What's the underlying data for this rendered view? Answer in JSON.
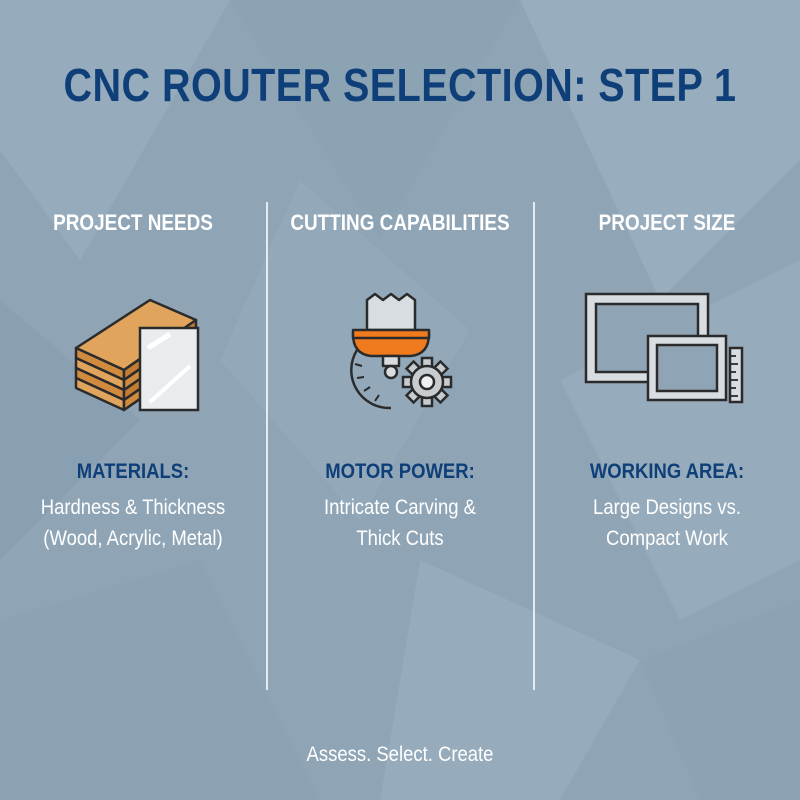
{
  "title": "CNC ROUTER SELECTION: STEP 1",
  "accent_color": "#0f3f78",
  "columns": [
    {
      "heading": "PROJECT NEEDS",
      "icon": "material-sheets-icon",
      "subheading": "MATERIALS:",
      "lines": [
        "Hardness & Thickness",
        "(Wood, Acrylic, Metal)"
      ]
    },
    {
      "heading": "CUTTING CAPABILITIES",
      "icon": "spindle-gear-icon",
      "subheading": "MOTOR POWER:",
      "lines": [
        "Intricate Carving &",
        "Thick Cuts"
      ]
    },
    {
      "heading": "PROJECT SIZE",
      "icon": "work-area-frames-icon",
      "subheading": "WORKING AREA:",
      "lines": [
        "Large Designs vs.",
        "Compact Work"
      ]
    }
  ],
  "footer": "Assess. Select. Create"
}
